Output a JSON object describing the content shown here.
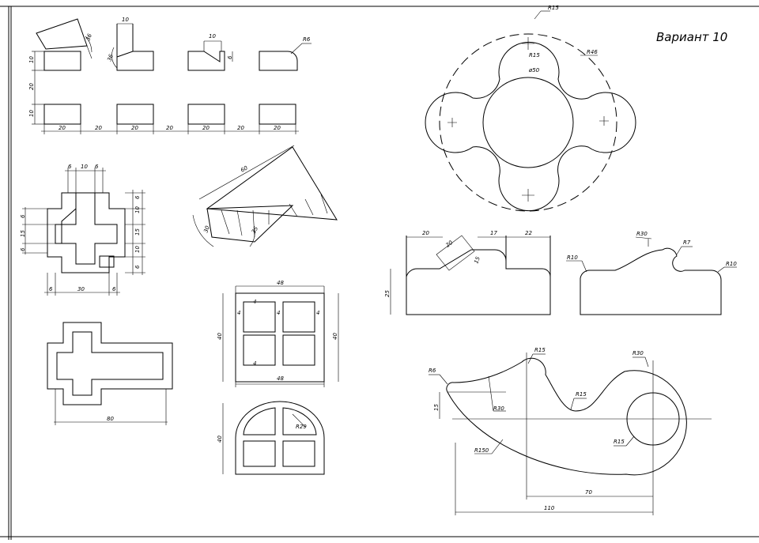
{
  "title": "Вариант 10",
  "dims": {
    "r15_top": "R15",
    "r15_mid": "R15",
    "r46": "R46",
    "d50": "ø50",
    "r6": "R6",
    "d10_a": "10",
    "d10_b": "10",
    "d6_notch": "6",
    "d36": "36",
    "d38": "36",
    "d10_left": "10",
    "d20_left": "20",
    "d10_left2": "10",
    "bottom": [
      "20",
      "20",
      "20",
      "20",
      "20",
      "20",
      "20"
    ],
    "cross_top_6a": "6",
    "cross_top_10": "10",
    "cross_top_6b": "6",
    "cross_left_6a": "6",
    "cross_left_15": "15",
    "cross_left_6b": "6",
    "cross_right_10a": "10",
    "cross_right_15": "15",
    "cross_right_10b": "10",
    "cross_right_6a": "6",
    "cross_right_6b": "6",
    "cross_bot_6a": "6",
    "cross_bot_30": "30",
    "cross_bot_6b": "6",
    "wedge_60": "60",
    "wedge_30": "30",
    "wedge_35": "35",
    "frame_48_top": "48",
    "frame_48_bot": "48",
    "frame_40_left": "40",
    "frame_40_right": "40",
    "frame_4a": "4",
    "frame_4b": "4",
    "frame_4c": "4",
    "frame_4d": "4",
    "frame_4e": "4",
    "arch_40": "40",
    "arch_r29": "R29",
    "long_cross_80": "80",
    "step_20a": "20",
    "step_20b": "20",
    "step_17": "17",
    "step_22": "22",
    "step_25": "25",
    "step_15": "15",
    "prof_r30": "R30",
    "prof_r7": "R7",
    "prof_r10a": "R10",
    "prof_r10b": "R10",
    "cam_r6": "R6",
    "cam_r15a": "R15",
    "cam_r30a": "R30",
    "cam_r30b": "R30",
    "cam_r15b": "R15",
    "cam_r15c": "R15",
    "cam_r150": "R150",
    "cam_15": "15",
    "cam_70": "70",
    "cam_110": "110"
  }
}
